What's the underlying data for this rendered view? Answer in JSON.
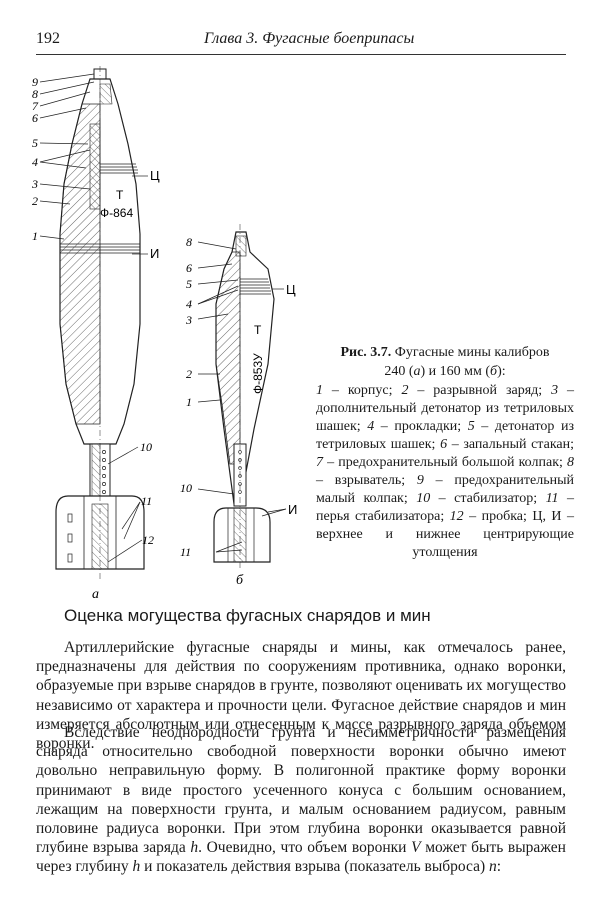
{
  "header": {
    "page_number": "192",
    "running_title": "Глава 3. Фугасные боеприпасы"
  },
  "figure": {
    "left_callouts": [
      "9",
      "8",
      "7",
      "6",
      "5",
      "4",
      "3",
      "2",
      "1"
    ],
    "left_marks": [
      "Ц",
      "И"
    ],
    "left_stencil": [
      "Т",
      "Ф-864"
    ],
    "left_bottom_callouts": [
      "10",
      "11",
      "12"
    ],
    "left_sublabel": "а",
    "right_callouts": [
      "8",
      "6",
      "5",
      "4",
      "3",
      "2",
      "1"
    ],
    "right_marks": [
      "Ц",
      "И"
    ],
    "right_stencil": [
      "Т",
      "Ф-853У"
    ],
    "right_bottom_callouts": [
      "10",
      "11"
    ],
    "right_sublabel": "б"
  },
  "caption": {
    "label": "Рис. 3.7.",
    "title_rest": " Фугасные мины калибров",
    "title_line2_a": "240 (",
    "title_line2_ai": "а",
    "title_line2_b": ") и 160 мм (",
    "title_line2_bi": "б",
    "title_line2_c": "):",
    "legend": [
      {
        "n": "1",
        "text": " – корпус; "
      },
      {
        "n": "2",
        "text": " – разрывной заряд; "
      },
      {
        "n": "3",
        "text": " – дополнительный детонатор из тетриловых шашек; "
      },
      {
        "n": "4",
        "text": " – прокладки; "
      },
      {
        "n": "5",
        "text": " – детонатор из тетриловых шашек; "
      },
      {
        "n": "6",
        "text": " – запальный стакан; "
      },
      {
        "n": "7",
        "text": " – предохранительный большой колпак; "
      },
      {
        "n": "8",
        "text": " – взрыватель; "
      },
      {
        "n": "9",
        "text": " – предохранительный малый колпак; "
      },
      {
        "n": "10",
        "text": " – стабилизатор; "
      },
      {
        "n": "11",
        "text": " – перья стабилизатора; "
      },
      {
        "n": "12",
        "text": " – пробка; "
      }
    ],
    "legend_tail": "Ц, И – верхнее и нижнее центрирующие утолщения"
  },
  "section": {
    "heading": "Оценка могущества фугасных снарядов и мин"
  },
  "body": {
    "p1": "Артиллерийские фугасные снаряды и мины, как отмечалось ранее, предназначены для действия по сооружениям противника, однако воронки, образуемые при взрыве снарядов в грунте, позволяют оценивать их могущество независимо от характера и прочности цели. Фугасное действие снарядов и мин измеряется абсолютным или отнесенным к массе разрывного заряда объемом воронки.",
    "p2_a": "Вследствие неоднородности грунта и несимметричности размещения снаряда относительно свободной поверхности воронки обычно имеют довольно неправильную форму. В полигонной практике форму воронки принимают в виде простого усеченного конуса с большим основанием, лежащим на поверхности грунта, и малым основанием радиусом, равным половине радиуса воронки. При этом глубина воронки оказывается равной глубине взрыва заряда ",
    "p2_h": "h",
    "p2_b": ". Очевидно, что объем воронки ",
    "p2_V": "V",
    "p2_c": " может быть выражен через глубину ",
    "p2_h2": "h",
    "p2_d": " и показатель действия взрыва (показатель выброса) ",
    "p2_n": "n",
    "p2_e": ":"
  }
}
